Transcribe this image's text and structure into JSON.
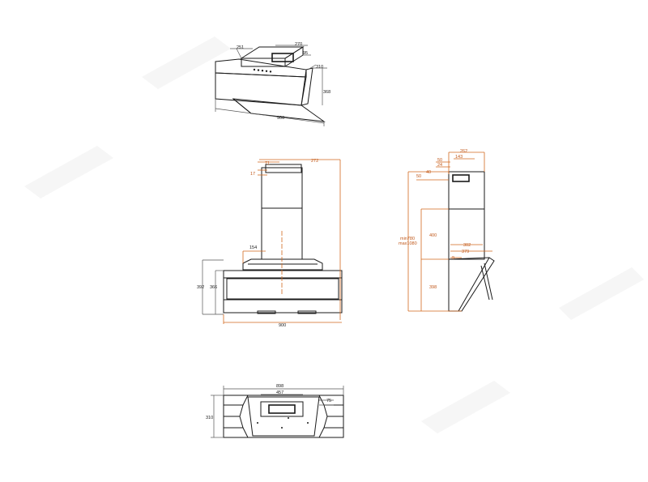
{
  "views": {
    "perspective": {
      "dims": {
        "top_depth": "251",
        "top_width": "270",
        "top_small": "95",
        "side": "310",
        "height": "368",
        "width": "900"
      }
    },
    "front": {
      "dims": {
        "top_left": "71",
        "top_right": "272",
        "top_small": "17",
        "motor": "154",
        "total_h": "392",
        "panel_h": "366",
        "width": "900"
      }
    },
    "side": {
      "dims": {
        "top_depth": "262",
        "top_inner": "143",
        "a": "50",
        "b": "24",
        "c": "40",
        "d": "50",
        "chimney_h": "400",
        "range_line1": "min780",
        "range_line2": "max1080",
        "mid1": "302",
        "mid2": "379",
        "small": "9",
        "body_h": "398"
      }
    },
    "bottom": {
      "dims": {
        "width": "898",
        "inner": "457",
        "small": "75",
        "depth": "310"
      }
    }
  },
  "colors": {
    "line": "#1a1a1a",
    "dimension": "#d2691e",
    "background": "#ffffff"
  }
}
